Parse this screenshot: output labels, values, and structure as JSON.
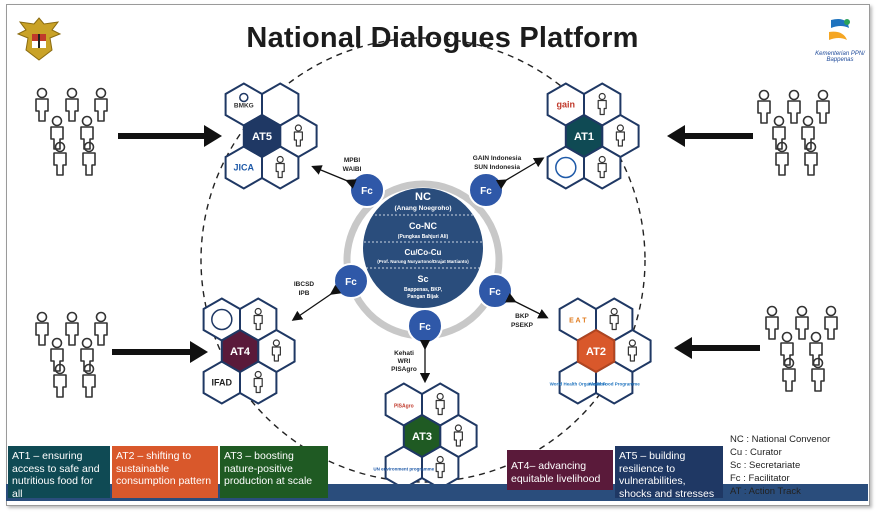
{
  "title": "National Dialogues Platform",
  "center": {
    "nc": "NC",
    "nc_name": "(Anang Noegroho)",
    "conc": "Co-NC",
    "conc_name": "(Pungkas Bahjuri Ali)",
    "cu": "Cu/Co-Cu",
    "cu_name": "(Prof. Nurung Nuryartono/Drajat Martianto)",
    "sc": "Sc",
    "sc_name": "Bappenas, BKP,",
    "sc_name2": "Pangan Bijak"
  },
  "facilitator_label": "Fc",
  "tracks": [
    {
      "id": "AT5",
      "color": "#1f3864",
      "orgs": [
        "BMKG",
        "JICA"
      ],
      "fc_orgs": [
        "MPBI",
        "WAIBI"
      ]
    },
    {
      "id": "AT1",
      "color": "#0f4a54",
      "orgs": [
        "gain"
      ],
      "fc_orgs": [
        "GAIN Indonesia",
        "SUN Indonesia"
      ]
    },
    {
      "id": "AT4",
      "color": "#5a1a3a",
      "orgs": [
        "IFAD"
      ],
      "fc_orgs": [
        "IBCSD",
        "IPB"
      ]
    },
    {
      "id": "AT2",
      "color": "#d9582b",
      "orgs": [
        "E A T",
        "World Health Organization",
        "World Food Programme"
      ],
      "fc_orgs": [
        "BKP",
        "PSEKP"
      ]
    },
    {
      "id": "AT3",
      "color": "#1f5a23",
      "orgs": [
        "PISAgro",
        "UN environment programme"
      ],
      "fc_orgs": [
        "Kehati",
        "WRI",
        "PISAgro"
      ]
    }
  ],
  "legend": [
    {
      "text": "AT1 – ensuring access to safe and nutritious food for all",
      "color": "#0f4a54"
    },
    {
      "text": "AT2 – shifting to sustainable consumption pattern",
      "color": "#d9582b"
    },
    {
      "text": "AT3 – boosting nature-positive production at scale",
      "color": "#1f5a23"
    },
    {
      "text": "AT4– advancing equitable livelihood",
      "color": "#5a1a3a"
    },
    {
      "text": "AT5 – building resilience to vulnerabilities, shocks and stresses",
      "color": "#1f3864"
    }
  ],
  "key": [
    "NC : National Convenor",
    "Cu : Curator",
    "Sc : Secretariate",
    "Fc : Facilitator",
    "AT : Action Track"
  ],
  "logo_right": [
    "Kementerian PPN/",
    "Bappenas"
  ]
}
